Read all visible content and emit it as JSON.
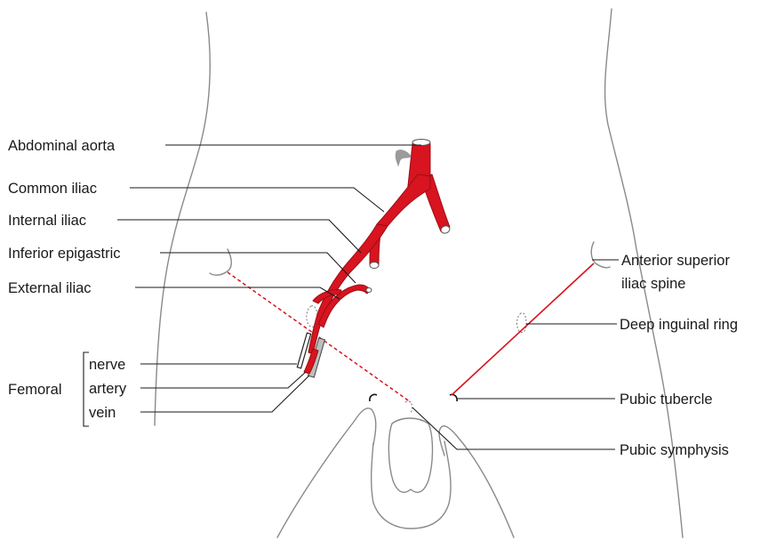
{
  "labels": {
    "abdominal_aorta": "Abdominal aorta",
    "common_iliac": "Common iliac",
    "internal_iliac": "Internal iliac",
    "inferior_epigastric": "Inferior epigastric",
    "external_iliac": "External iliac",
    "femoral": "Femoral",
    "nerve": "nerve",
    "artery": "artery",
    "vein": "vein",
    "anterior_superior_iliac_spine_line1": "Anterior superior",
    "anterior_superior_iliac_spine_line2": "iliac spine",
    "deep_inguinal_ring": "Deep inguinal ring",
    "pubic_tubercle": "Pubic tubercle",
    "pubic_symphysis": "Pubic symphysis"
  },
  "colors": {
    "artery": "#d7141f",
    "inguinal_ligament_line": "#d7141f",
    "body_outline": "#8a8a8a",
    "vein": "#bdbdbd",
    "text": "#1a1a1a"
  }
}
